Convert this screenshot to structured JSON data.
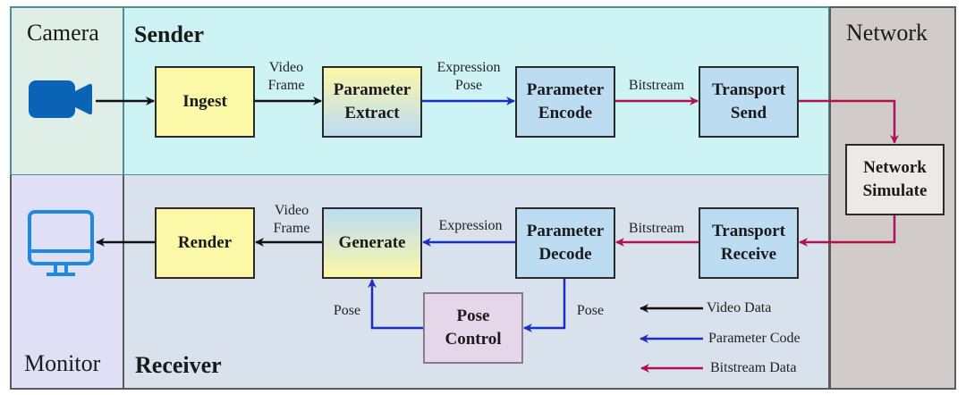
{
  "regions": {
    "camera": "Camera",
    "sender": "Sender",
    "network": "Network",
    "monitor": "Monitor",
    "receiver": "Receiver"
  },
  "icons": {
    "camera": "video-camera-icon",
    "monitor": "desktop-monitor-icon"
  },
  "blocks": {
    "ingest": [
      "Ingest"
    ],
    "parameter_extract": [
      "Parameter",
      "Extract"
    ],
    "parameter_encode": [
      "Parameter",
      "Encode"
    ],
    "transport_send": [
      "Transport",
      "Send"
    ],
    "network_simulate": [
      "Network",
      "Simulate"
    ],
    "transport_receive": [
      "Transport",
      "Receive"
    ],
    "parameter_decode": [
      "Parameter",
      "Decode"
    ],
    "generate": [
      "Generate"
    ],
    "render": [
      "Render"
    ],
    "pose_control": [
      "Pose",
      "Control"
    ]
  },
  "edge_labels": {
    "ingest_to_extract": [
      "Video",
      "Frame"
    ],
    "extract_to_encode": [
      "Expression",
      "Pose"
    ],
    "encode_to_send": "Bitstream",
    "receive_to_decode": "Bitstream",
    "decode_to_generate": "Expression",
    "generate_to_render": [
      "Video",
      "Frame"
    ],
    "decode_to_pose": "Pose",
    "pose_to_generate": "Pose"
  },
  "legend": [
    {
      "label": "Video Data",
      "color": "#111111"
    },
    {
      "label": "Parameter Code",
      "color": "#1a2fbf"
    },
    {
      "label": "Bitstream Data",
      "color": "#b0124f"
    }
  ],
  "colors": {
    "video": "#111111",
    "parameter": "#1a2fbf",
    "bitstream": "#b0124f",
    "camera_icon": "#0b63b6",
    "monitor_icon": "#1e88e5"
  }
}
